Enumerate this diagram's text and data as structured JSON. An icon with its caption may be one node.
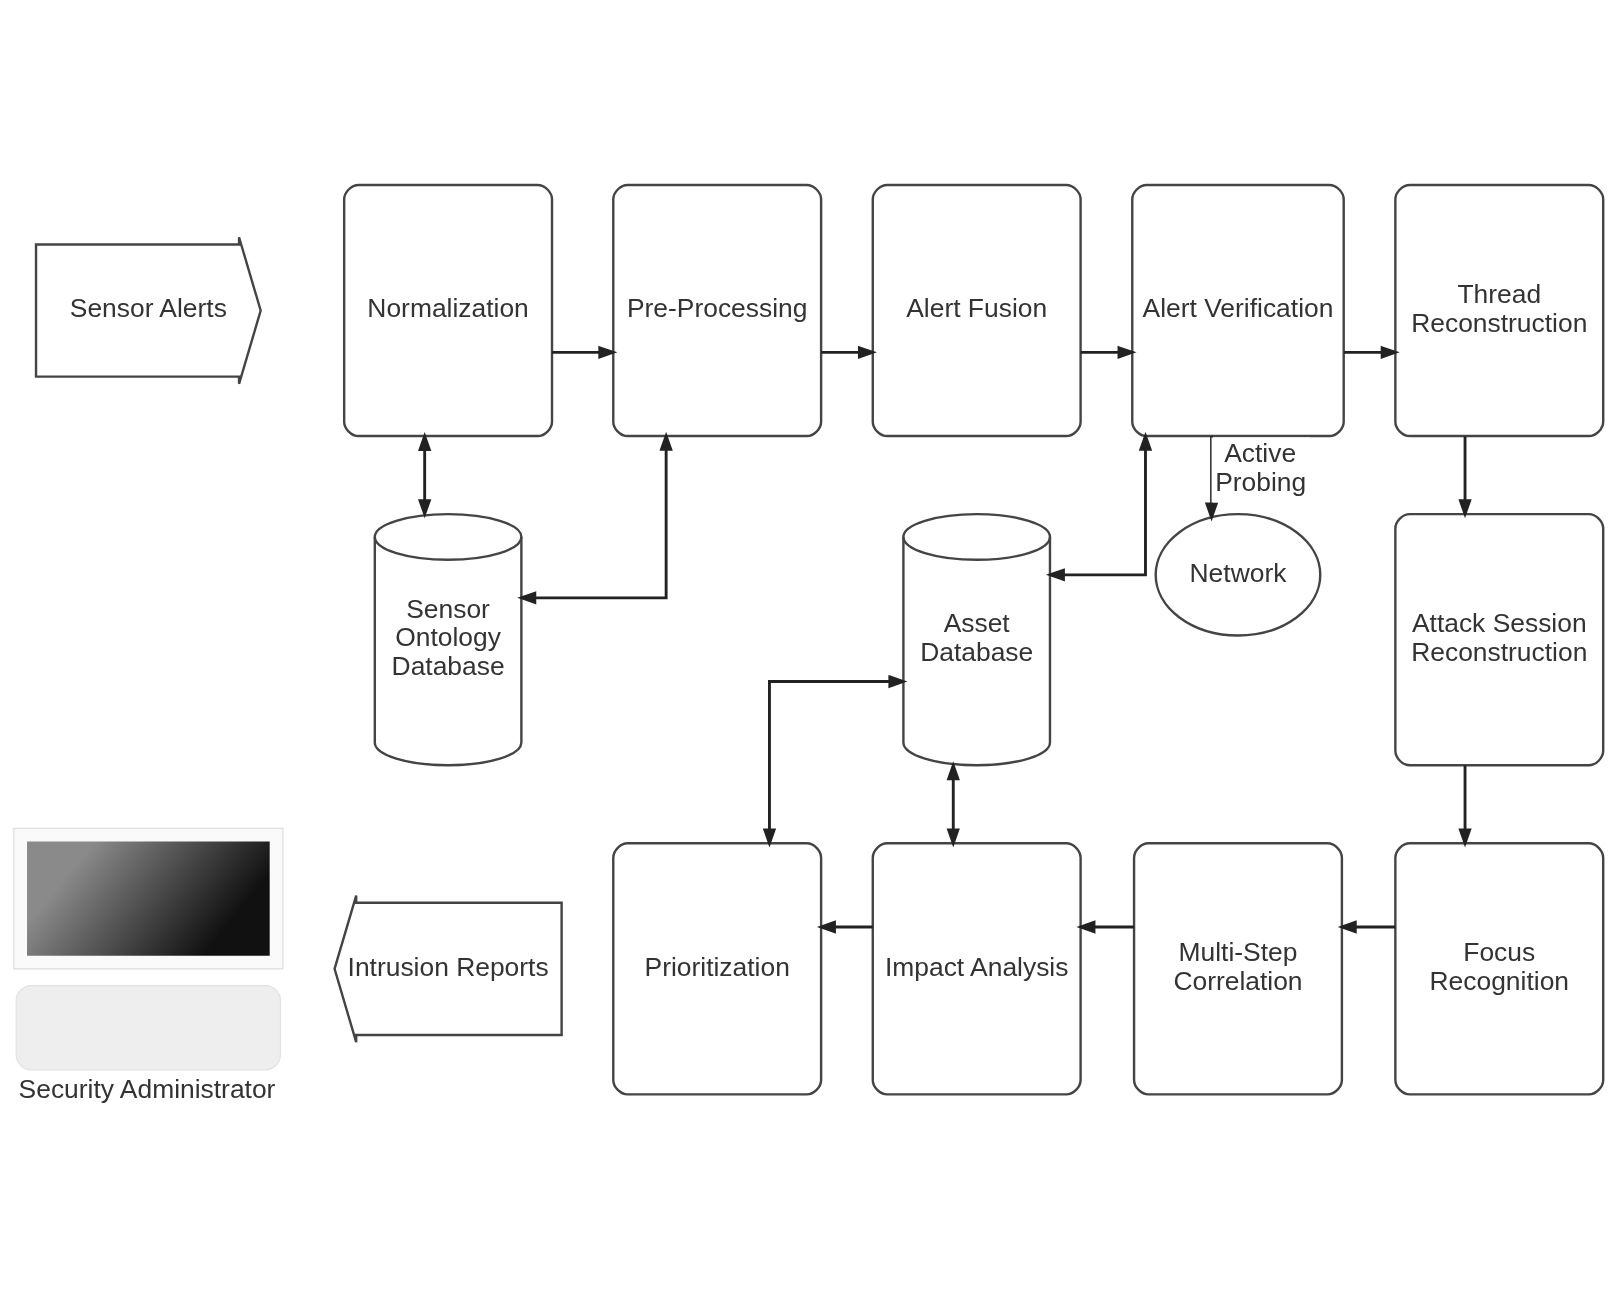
{
  "diagram": {
    "nodes": [
      {
        "text": [
          "Sensor Alerts"
        ]
      },
      {
        "text": [
          "Normalization"
        ]
      },
      {
        "text": [
          "Pre-Processing"
        ]
      },
      {
        "text": [
          "Alert Fusion"
        ]
      },
      {
        "text": [
          "Alert Verification"
        ]
      },
      {
        "text": [
          "Thread Reconstruction"
        ]
      },
      {
        "text": [
          "Sensor Ontology Database"
        ]
      },
      {
        "text": [
          "Asset Database"
        ]
      },
      {
        "text": [
          "Attack Session Reconstruction"
        ]
      },
      {
        "text": [
          "Network"
        ]
      },
      {
        "text": [],
        "shape": "picture",
        "beside": [
          "Security Administrator"
        ]
      },
      {
        "text": [
          "Intrusion Reports"
        ]
      },
      {
        "text": [
          "Prioritization"
        ]
      },
      {
        "text": [
          "Impact Analysis"
        ]
      },
      {
        "text": [
          "Multi-Step Correlation"
        ]
      },
      {
        "text": [
          "Focus Recognition"
        ]
      }
    ],
    "edges": [
      {
        "from": 1,
        "to": 2,
        "arrow": "to"
      },
      {
        "from": 2,
        "to": 3,
        "arrow": "to"
      },
      {
        "from": 3,
        "to": 4,
        "arrow": "to"
      },
      {
        "from": 4,
        "to": 5,
        "arrow": "to"
      },
      {
        "from": 5,
        "to": 8,
        "arrow": "to"
      },
      {
        "from": 8,
        "to": 15,
        "arrow": "to"
      },
      {
        "from": 15,
        "to": 14,
        "arrow": "to"
      },
      {
        "from": 14,
        "to": 13,
        "arrow": "to"
      },
      {
        "from": 13,
        "to": 12,
        "arrow": "to"
      },
      {
        "from": 1,
        "to": 6,
        "arrow": "both"
      },
      {
        "from": 2,
        "to": 6,
        "arrow": "both"
      },
      {
        "from": 4,
        "to": 7,
        "arrow": "both"
      },
      {
        "from": 4,
        "to": 9,
        "arrow": "to",
        "label": "Active Probing"
      },
      {
        "from": 7,
        "to": 12,
        "arrow": "both"
      },
      {
        "from": 7,
        "to": 13,
        "arrow": "both"
      }
    ]
  }
}
